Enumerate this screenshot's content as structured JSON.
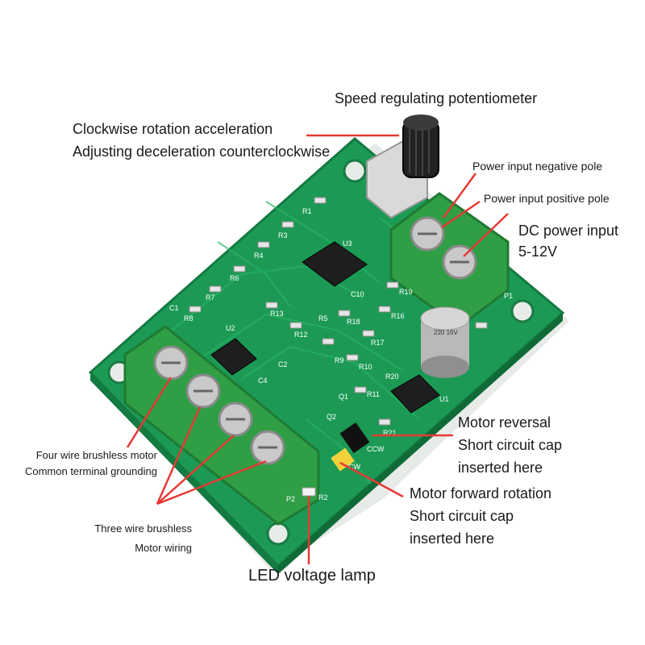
{
  "colors": {
    "pcb": "#1c9a55",
    "pcb_dark": "#137a41",
    "pcb_light": "#27b566",
    "terminal": "#2f9e45",
    "terminal_dark": "#1f7a33",
    "callout_line": "#e53935",
    "text": "#1a1a1a"
  },
  "labels": {
    "potentiometer": "Speed regulating potentiometer",
    "rotation_line1": "Clockwise rotation acceleration",
    "rotation_line2": "Adjusting deceleration counterclockwise",
    "neg_pole": "Power input negative pole",
    "pos_pole": "Power input positive pole",
    "dc_input_line1": "DC power input",
    "dc_input_line2": "5-12V",
    "four_wire_line1": "Four wire brushless motor",
    "four_wire_line2": "Common terminal grounding",
    "three_wire_line1": "Three wire brushless",
    "three_wire_line2": "Motor wiring",
    "reversal_line1": "Motor reversal",
    "reversal_line2": "Short circuit cap",
    "reversal_line3": "inserted here",
    "forward_line1": "Motor forward rotation",
    "forward_line2": "Short circuit cap",
    "forward_line3": "inserted here",
    "led_lamp": "LED voltage lamp"
  },
  "board_marks": {
    "chip": "U3",
    "cap": "220 16V",
    "ccw": "CCW",
    "cw": "CW",
    "p1": "P1",
    "r1": "R1",
    "r2": "R2",
    "r3": "R3",
    "r4": "R4",
    "r5": "R5",
    "r6": "R6",
    "r7": "R7",
    "r8": "R8",
    "r9": "R9",
    "r10": "R10",
    "r11": "R11",
    "r12": "R12",
    "r13": "R13",
    "r16": "R16",
    "r17": "R17",
    "r18": "R18",
    "r19": "R19",
    "r20": "R20",
    "r21": "R21",
    "c1": "C1",
    "c2": "C2",
    "c4": "C4",
    "c10": "C10",
    "q1": "Q1",
    "q2": "Q2",
    "u1": "U1",
    "u2": "U2",
    "p2": "P2"
  }
}
